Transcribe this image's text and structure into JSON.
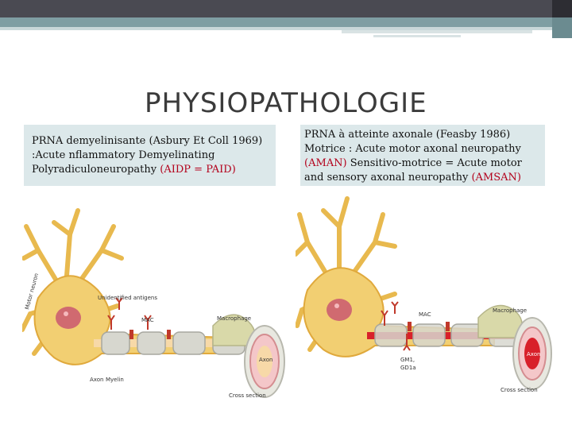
{
  "slide": {
    "title": "PHYSIOPATHOLOGIE"
  },
  "left_box": {
    "text": "PRNA demyelinisante (Asbury Et Coll 1969) :Acute  nflammatory Demyelinating Polyradiculoneuropathy   ",
    "highlight": "(AIDP = PAID)"
  },
  "right_box": {
    "line1": "PRNA à atteinte axonale (Feasby 1986) Motrice : Acute motor axonal neuropathy ",
    "highlight1": "(AMAN)",
    "line2": " Sensitivo-motrice = Acute motor and sensory axonal neuropathy ",
    "highlight2": "(AMSAN)"
  },
  "left_diagram": {
    "labels": {
      "motor_neuron": "Motor neuron",
      "antigens": "Unidentified antigens",
      "mac": "MAC",
      "macrophage": "Macrophage",
      "axon": "Axon",
      "myelin": "Myelin",
      "cross_section": "Cross section"
    }
  },
  "right_diagram": {
    "labels": {
      "mac": "MAC",
      "macrophage": "Macrophage",
      "gm1": "GM1,",
      "gd1a": "GD1a",
      "axon": "Axon",
      "cross_section": "Cross section"
    }
  },
  "colors": {
    "box_bg": "#dce8ea",
    "highlight_red": "#b3001b",
    "neuron_body": "#f2cf72",
    "nucleus": "#d06a70",
    "axon_red": "#d8202a"
  }
}
